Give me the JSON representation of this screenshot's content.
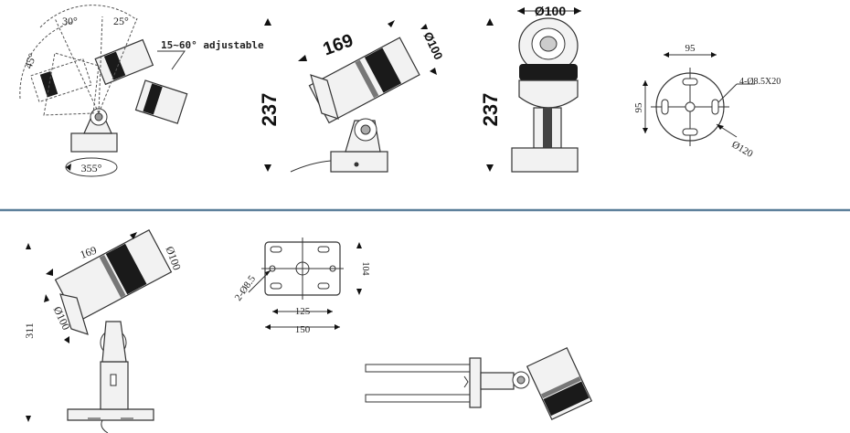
{
  "view1": {
    "angle_a": "30°",
    "angle_b": "25°",
    "angle_c": "45°",
    "note": "15~60° adjustable",
    "rotation": "355°"
  },
  "view2": {
    "length": "169",
    "diameter": "Ø100",
    "height": "237"
  },
  "view3": {
    "diameter": "Ø100",
    "height": "237"
  },
  "view4": {
    "width": "95",
    "height": "95",
    "holes": "4-Ø8.5X20",
    "diameter": "Ø120"
  },
  "view5": {
    "length": "169",
    "diameter_top": "Ø100",
    "diameter_side": "Ø100",
    "height": "311"
  },
  "view6": {
    "holes": "2-Ø8.5",
    "height": "104",
    "inner_width": "125",
    "outer_width": "150"
  },
  "colors": {
    "divider": "#5b7f9a"
  }
}
